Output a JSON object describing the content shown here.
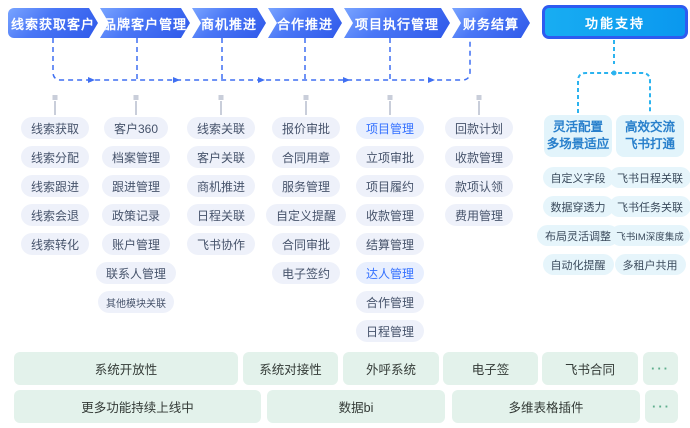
{
  "flow": {
    "stages": [
      {
        "label": "线索获取客户",
        "items": [
          "线索获取",
          "线索分配",
          "线索跟进",
          "线索会退",
          "线索转化"
        ]
      },
      {
        "label": "品牌客户管理",
        "items": [
          "客户360",
          "档案管理",
          "跟进管理",
          "政策记录",
          "账户管理",
          "联系人管理",
          "其他模块关联"
        ]
      },
      {
        "label": "商机推进",
        "items": [
          "线索关联",
          "客户关联",
          "商机推进",
          "日程关联",
          "飞书协作"
        ]
      },
      {
        "label": "合作推进",
        "items": [
          "报价审批",
          "合同用章",
          "服务管理",
          "自定义提醒",
          "合同审批",
          "电子签约"
        ]
      },
      {
        "label": "项目执行管理",
        "items": [
          "项目管理",
          "立项审批",
          "项目履约",
          "收款管理",
          "结算管理",
          "达人管理",
          "合作管理",
          "日程管理"
        ]
      },
      {
        "label": "财务结算",
        "items": [
          "回款计划",
          "收款管理",
          "款项认领",
          "费用管理"
        ]
      }
    ],
    "highlighted_items": [
      "项目管理",
      "达人管理"
    ],
    "small_items": [
      "其他模块关联",
      "飞书IM深度集成"
    ]
  },
  "support": {
    "title": "功能支持",
    "groups": [
      {
        "header_line1": "灵活配置",
        "header_line2": "多场景适应",
        "items": [
          "自定义字段",
          "数据穿透力",
          "布局灵活调整",
          "自动化提醒"
        ]
      },
      {
        "header_line1": "高效交流",
        "header_line2": "飞书打通",
        "items": [
          "飞书日程关联",
          "飞书任务关联",
          "飞书IM深度集成",
          "多租户共用"
        ]
      }
    ]
  },
  "bottom": {
    "row1": [
      "系统开放性",
      "系统对接性",
      "外呼系统",
      "电子签",
      "飞书合同",
      "···"
    ],
    "row2": [
      "更多功能持续上线中",
      "数据bi",
      "多维表格插件",
      "···"
    ]
  },
  "colors": {
    "stage_gradient_start": "#79a4ff",
    "stage_gradient_end": "#2e58e9",
    "support_frame": "#2e5bf0",
    "support_fill_start": "#18adf2",
    "support_fill_end": "#0a98ef",
    "flow_line_blue": "#3f6ff2",
    "support_line_cyan": "#2bb3ef",
    "stem_gray": "#c9ceda",
    "pill_bg": "#eef1fa",
    "pill_text": "#46536b",
    "highlight_text": "#3370ff",
    "support_pill_bg": "#e6f5fb",
    "support_header_text": "#2980cc",
    "bottom_bg": "#e3f2eb",
    "dots_green": "#5fae8d"
  }
}
